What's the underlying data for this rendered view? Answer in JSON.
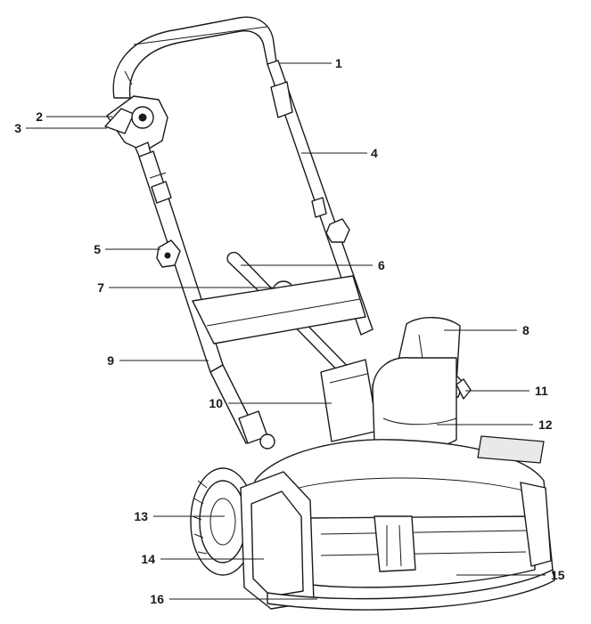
{
  "callouts": [
    {
      "number": "1"
    },
    {
      "number": "2"
    },
    {
      "number": "3"
    },
    {
      "number": "4"
    },
    {
      "number": "5"
    },
    {
      "number": "6"
    },
    {
      "number": "7"
    },
    {
      "number": "8"
    },
    {
      "number": "9"
    },
    {
      "number": "10"
    },
    {
      "number": "11"
    },
    {
      "number": "12"
    },
    {
      "number": "13"
    },
    {
      "number": "14"
    },
    {
      "number": "15"
    },
    {
      "number": "16"
    }
  ],
  "colors": {
    "line": "#1a1a1a",
    "background": "#ffffff",
    "shade": "#e9e9e9"
  }
}
